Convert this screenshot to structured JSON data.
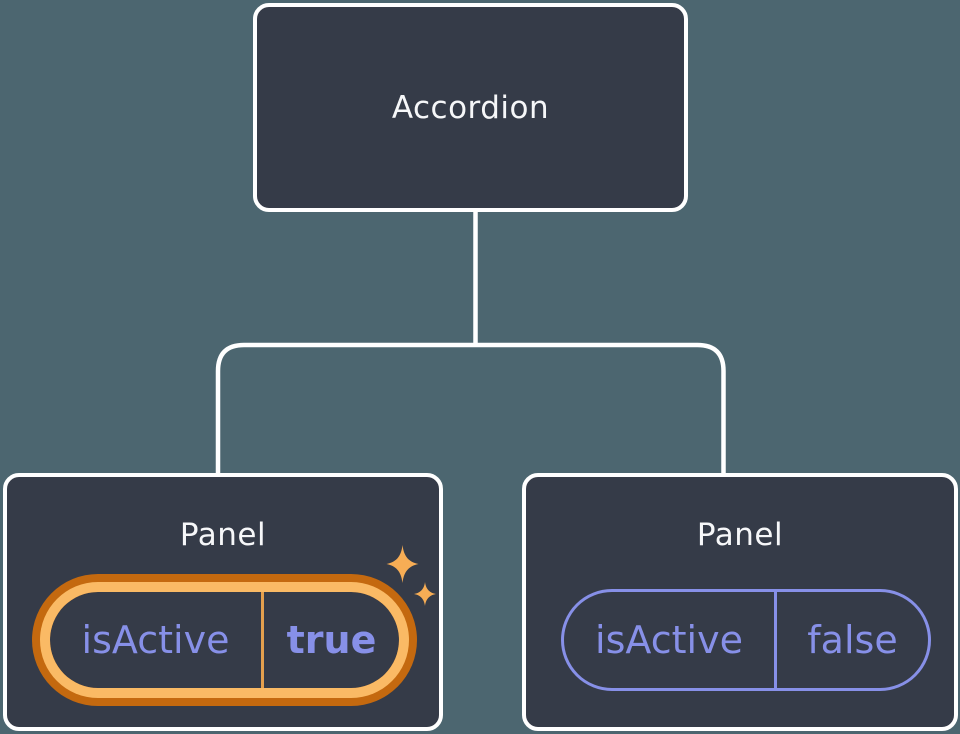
{
  "diagram": {
    "description": "Component tree: Accordion parent with two Panel children holding isActive state",
    "root": {
      "label": "Accordion"
    },
    "children": [
      {
        "label": "Panel",
        "state_key": "isActive",
        "state_value": "true",
        "highlighted": true
      },
      {
        "label": "Panel",
        "state_key": "isActive",
        "state_value": "false",
        "highlighted": false
      }
    ]
  },
  "colors": {
    "background": "#4C6670",
    "node_fill": "#353B48",
    "node_border": "#FFFFFF",
    "title_text": "#F6F7F9",
    "state_text": "#8790E8",
    "pill_border_inactive": "#8790E8",
    "highlight_gold": "#FABA65",
    "highlight_dark_orange": "#C4690F",
    "highlight_divider": "#E5A04E",
    "sparkle": "#F7AD55"
  }
}
